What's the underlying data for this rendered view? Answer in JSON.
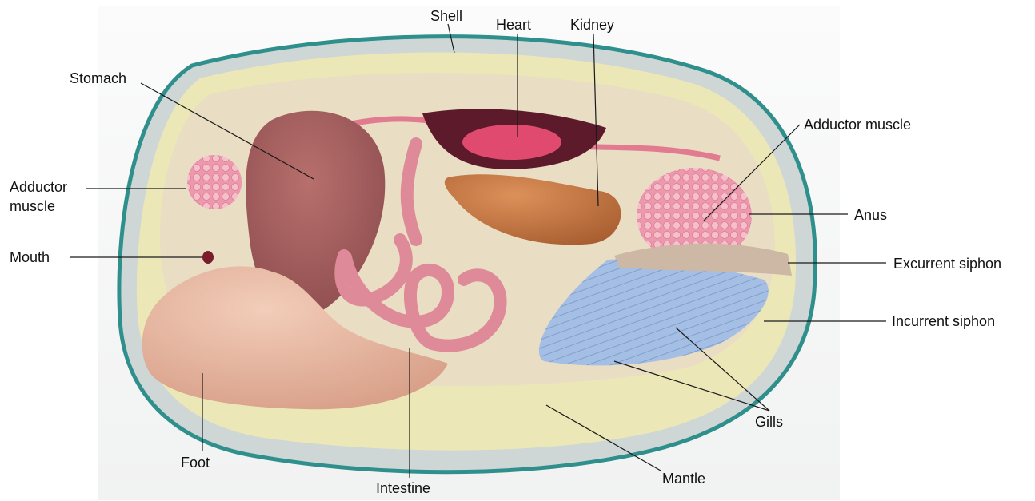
{
  "labels": {
    "shell": "Shell",
    "heart": "Heart",
    "kidney": "Kidney",
    "stomach": "Stomach",
    "adductor_muscle_right": "Adductor muscle",
    "adductor_muscle_left_line1": "Adductor",
    "adductor_muscle_left_line2": "muscle",
    "anus": "Anus",
    "mouth": "Mouth",
    "excurrent_siphon": "Excurrent siphon",
    "incurrent_siphon": "Incurrent siphon",
    "gills": "Gills",
    "foot": "Foot",
    "intestine": "Intestine",
    "mantle": "Mantle"
  },
  "colors": {
    "shell_outline": "#2f8f8c",
    "shell_fill": "#cfd7d6",
    "mantle": "#ece7b6",
    "body": "#e9ddc4",
    "foot": "#e8b79f",
    "stomach": "#a4605f",
    "intestine": "#de8a98",
    "heart": "#e04a6f",
    "kidney": "#c97a46",
    "muscle": "#eda2b3",
    "gills": "#9eb8de"
  }
}
